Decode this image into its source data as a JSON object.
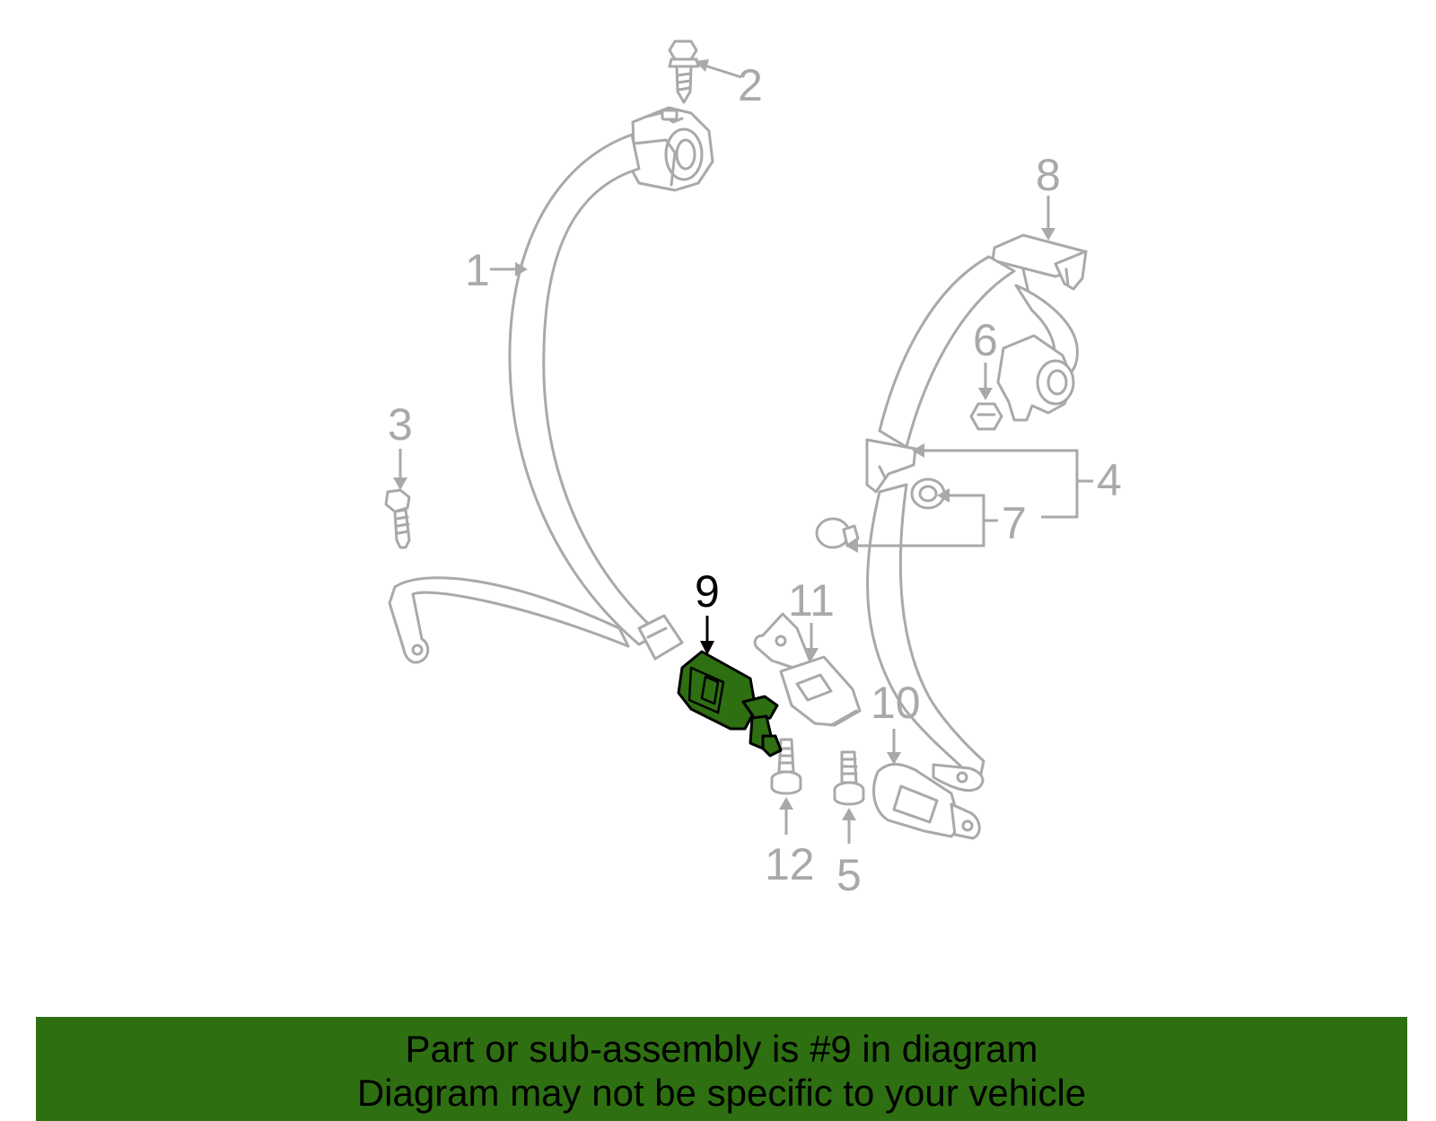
{
  "callouts": {
    "c1": "1",
    "c2": "2",
    "c3": "3",
    "c4": "4",
    "c5": "5",
    "c6": "6",
    "c7": "7",
    "c8": "8",
    "c9": "9",
    "c10": "10",
    "c11": "11",
    "c12": "12"
  },
  "highlighted_part": "9",
  "colors": {
    "highlight": "#2e6f12",
    "part_outline": "#a9a9a9",
    "active_label": "#000000"
  },
  "banner": {
    "line1": "Part or sub-assembly is #9 in diagram",
    "line2": "Diagram may not be specific to your vehicle"
  }
}
